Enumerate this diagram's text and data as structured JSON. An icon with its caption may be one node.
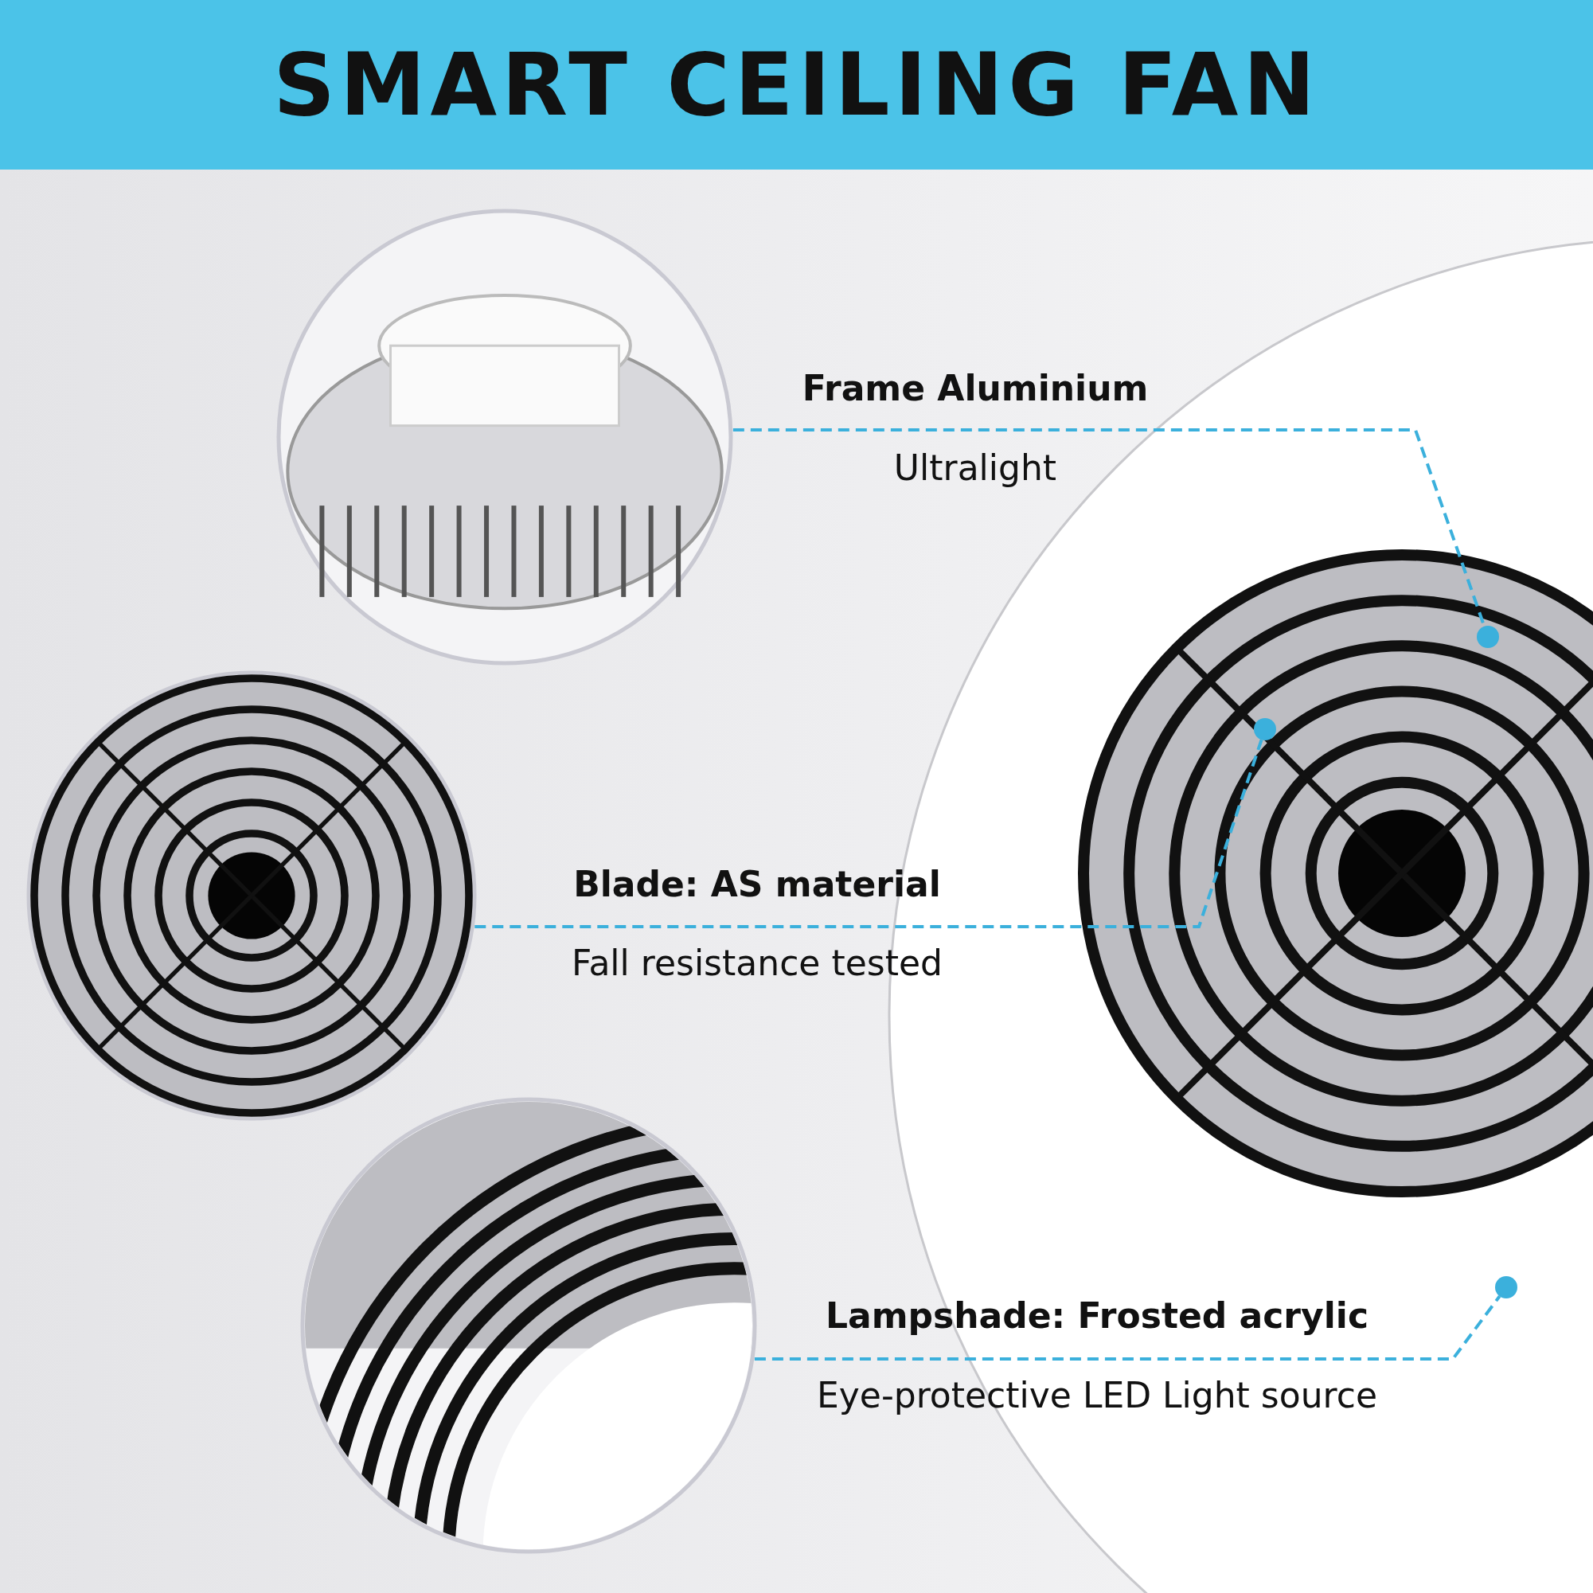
{
  "diagram": {
    "title": "SMART CEILING FAN",
    "nodes": [
      {
        "text": [],
        "shape": "picture"
      },
      {
        "text": [],
        "shape": "picture"
      },
      {
        "text": [],
        "shape": "picture"
      },
      {
        "text": [],
        "shape": "picture"
      },
      {
        "text": [],
        "shape": "circle",
        "in": 3
      },
      {
        "text": [],
        "shape": "circle",
        "in": 3
      },
      {
        "text": [],
        "shape": "circle",
        "in": 3
      }
    ],
    "edges": [
      {
        "from": 0,
        "to": 4,
        "arrow": "none",
        "style": "dashed",
        "color": "#3bb0dc"
      },
      {
        "from": 1,
        "to": 5,
        "arrow": "none",
        "style": "dashed",
        "color": "#3bb0dc"
      },
      {
        "from": 2,
        "to": 6,
        "arrow": "none",
        "style": "dashed",
        "color": "#3bb0dc"
      }
    ],
    "labels": [
      "Frame Aluminium",
      "Ultralight",
      "Blade: AS material",
      "Fall resistance tested",
      "Lampshade: Frosted acrylic",
      "Eye-protective LED Light source"
    ]
  }
}
